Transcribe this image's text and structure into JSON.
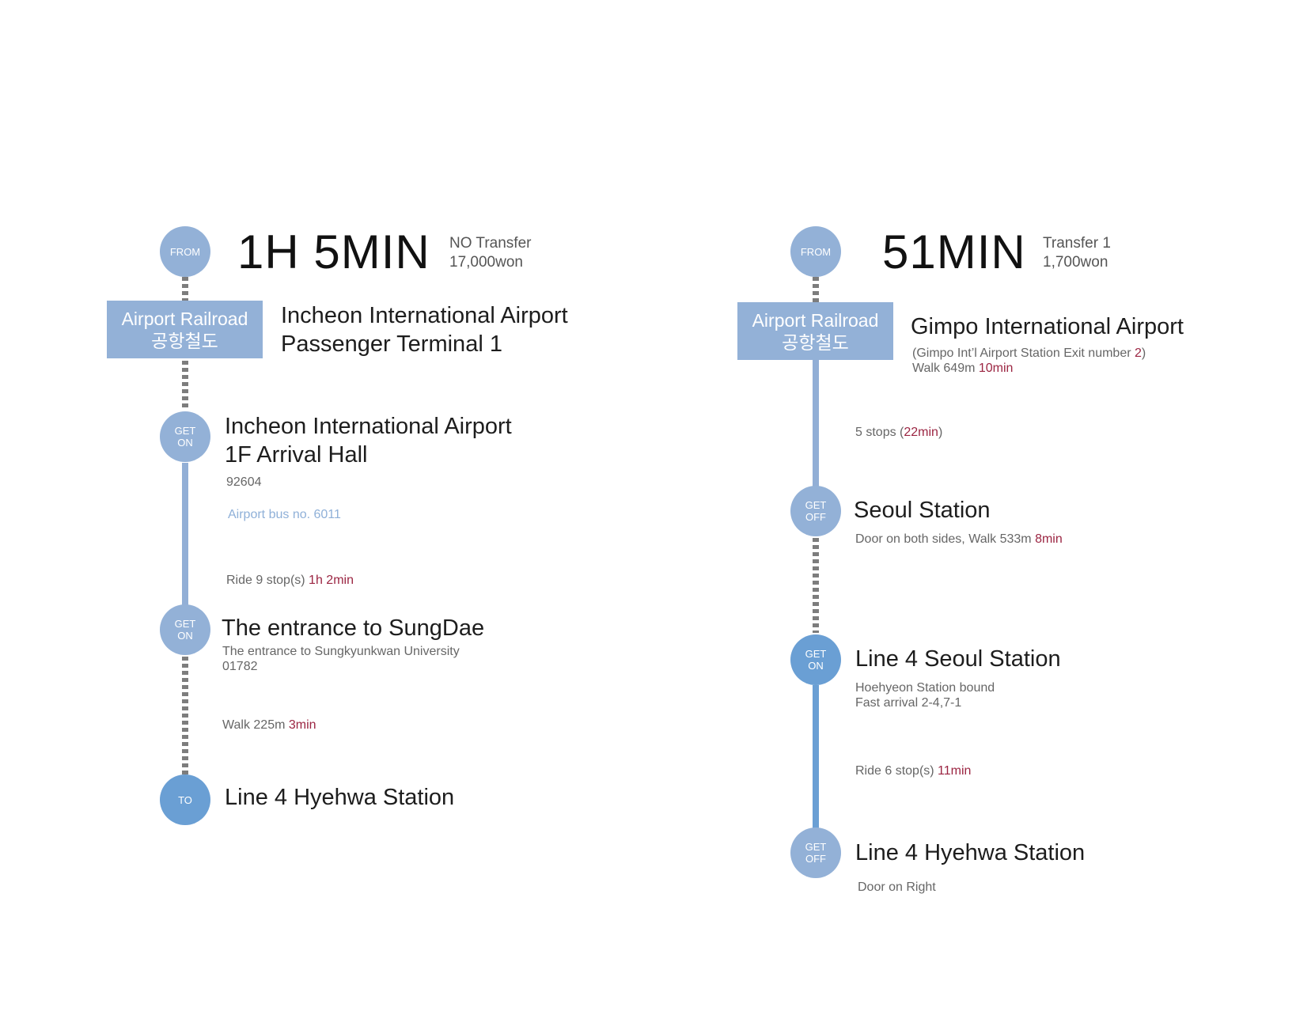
{
  "routes": [
    {
      "time": "1H 5MIN",
      "transfer": "NO Transfer",
      "fare": "17,000won",
      "from_node": "FROM",
      "railroad_en": "Airport Railroad",
      "railroad_ko": "공항철도",
      "origin_line1": "Incheon International Airport",
      "origin_line2": "Passenger Terminal 1",
      "stop1": {
        "node_line1": "GET",
        "node_line2": "ON",
        "title_line1": "Incheon International Airport",
        "title_line2": "1F Arrival Hall",
        "code": "92604",
        "bus": "Airport bus no. 6011",
        "ride_text": "Ride 9 stop(s) ",
        "ride_time": "1h 2min"
      },
      "stop2": {
        "node_line1": "GET",
        "node_line2": "ON",
        "title": "The entrance to SungDae",
        "desc": "The entrance to Sungkyunkwan University",
        "code": "01782",
        "walk_text": "Walk 225m ",
        "walk_time": "3min"
      },
      "dest": {
        "node": "TO",
        "title": "Line 4 Hyehwa Station"
      }
    },
    {
      "time": "51MIN",
      "transfer": "Transfer 1",
      "fare": "1,700won",
      "from_node": "FROM",
      "railroad_en": "Airport Railroad",
      "railroad_ko": "공항철도",
      "origin_title": "Gimpo International Airport",
      "origin_exit_text": "(Gimpo Int’l Airport Station Exit number ",
      "origin_exit_num": "2",
      "origin_exit_close": ")",
      "origin_walk_text": "Walk 649m ",
      "origin_walk_time": "10min",
      "stops_text": "5 stops (",
      "stops_time": "22min",
      "stops_close": ")",
      "stop1": {
        "node_line1": "GET",
        "node_line2": "OFF",
        "title": "Seoul Station",
        "desc_text": "Door on both sides, Walk 533m ",
        "desc_time": "8min"
      },
      "stop2": {
        "node_line1": "GET",
        "node_line2": "ON",
        "title": "Line 4 Seoul Station",
        "desc1": "Hoehyeon Station bound",
        "desc2": "Fast arrival 2-4,7-1",
        "ride_text": "Ride 6 stop(s) ",
        "ride_time": "11min"
      },
      "dest": {
        "node_line1": "GET",
        "node_line2": "OFF",
        "title": "Line 4 Hyehwa Station",
        "desc": "Door on Right"
      }
    }
  ],
  "colors": {
    "node_light": "#93b1d7",
    "node_dark": "#6a9fd4",
    "dash": "#7d7d7d",
    "accent": "#9b2542"
  }
}
